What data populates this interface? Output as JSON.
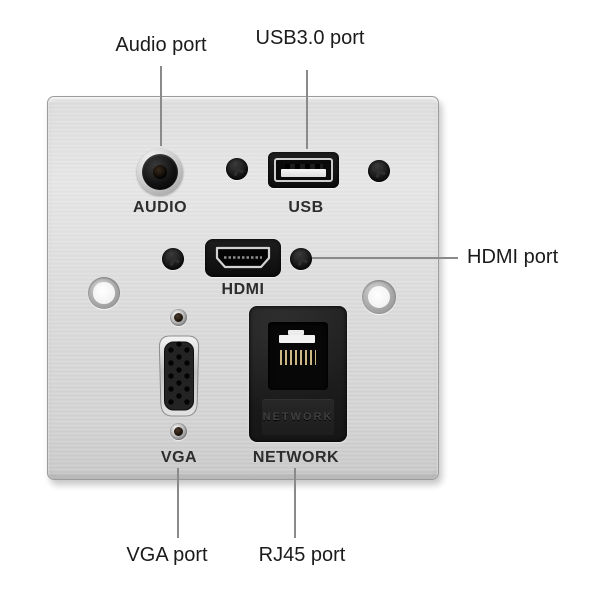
{
  "callouts": {
    "audio": "Audio port",
    "usb": "USB3.0 port",
    "hdmi": "HDMI port",
    "vga": "VGA port",
    "rj45": "RJ45 port"
  },
  "panel_labels": {
    "audio": "AUDIO",
    "usb": "USB",
    "hdmi": "HDMI",
    "vga": "VGA",
    "network": "NETWORK"
  },
  "embossed_text": {
    "rj45_jack": "NETWORK"
  },
  "colors": {
    "background": "#ffffff",
    "panel_light": "#e9e9e9",
    "panel_dark": "#c6c6c6",
    "port_black": "#141414",
    "callout_text": "#1b1b1b",
    "panel_text": "#2d2d2d",
    "callout_line": "#8a8a8a"
  }
}
